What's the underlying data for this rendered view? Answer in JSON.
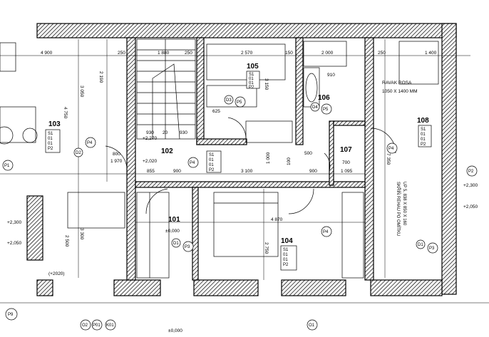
{
  "rooms": [
    {
      "id": "103"
    },
    {
      "id": "102"
    },
    {
      "id": "105"
    },
    {
      "id": "106"
    },
    {
      "id": "107"
    },
    {
      "id": "108"
    },
    {
      "id": "101"
    },
    {
      "id": "104"
    }
  ],
  "dimensions": [
    "4 900",
    "2 570",
    "2 000",
    "1 880",
    "250",
    "150",
    "3 050",
    "4 750",
    "2 190",
    "3 150",
    "930",
    "20",
    "930",
    "855",
    "900",
    "3 100",
    "1 000",
    "100",
    "500",
    "700",
    "1 095",
    "800",
    "1 970",
    "2 750",
    "4 870",
    "3 300",
    "2 500",
    "1 400",
    "7 350",
    "910",
    "625"
  ],
  "levels": [
    "+2,300",
    "+2,050",
    "+2,270",
    "+2,020",
    "±0,000",
    "(+2020)"
  ],
  "bath_note": {
    "line1": "RAVAK ROSA",
    "line2": "1050 X 1400 MM"
  },
  "cabinet_note": {
    "line1": "SKŘÍŇ REHAU PO OMÍTKU",
    "line2": "UP 5, 838 X 850 X 160"
  },
  "finish_table": [
    "S1",
    "01",
    "01",
    "P2"
  ],
  "tags": [
    "P1",
    "P2",
    "P3",
    "P4",
    "P5",
    "P9",
    "D1",
    "D2",
    "D3",
    "D4",
    "O1",
    "O2",
    "P01",
    "K01"
  ],
  "bottom_level": "±0,000"
}
